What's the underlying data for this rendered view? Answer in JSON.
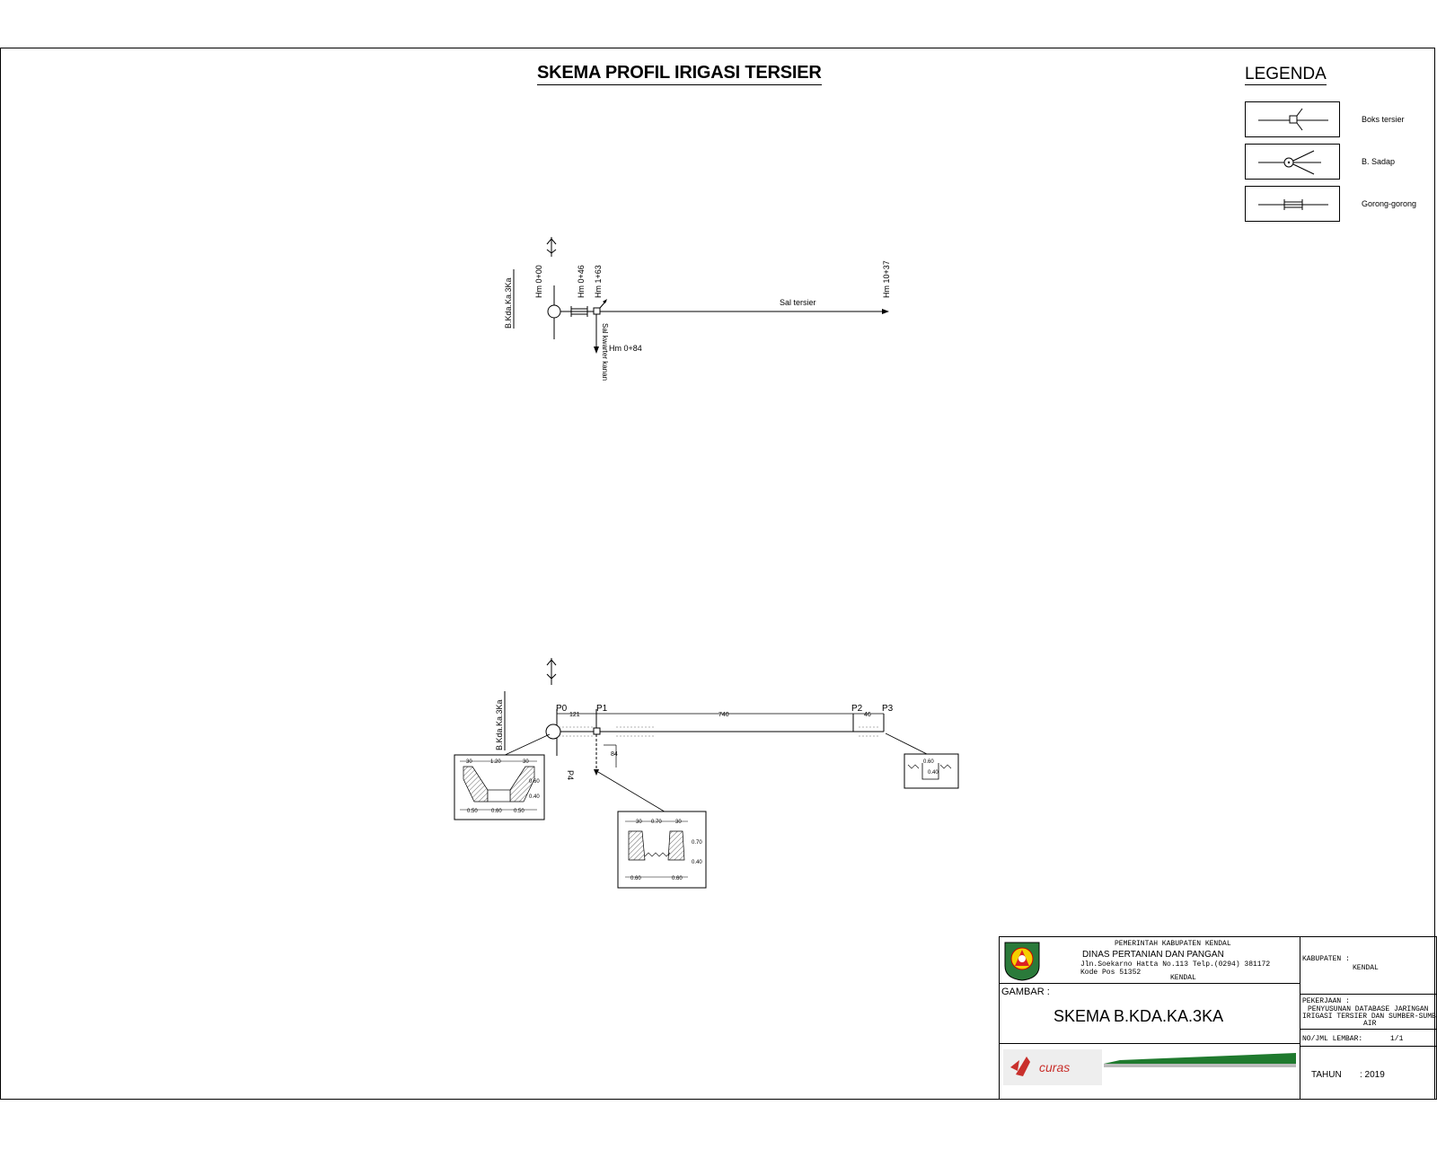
{
  "header": {
    "title": "SKEMA PROFIL IRIGASI TERSIER",
    "legend_title": "LEGENDA"
  },
  "legend": [
    {
      "icon": "boks-tersier-icon",
      "label": "Boks tersier"
    },
    {
      "icon": "bangunan-sadap-icon",
      "label": "B. Sadap"
    },
    {
      "icon": "gorong-gorong-icon",
      "label": "Gorong-gorong"
    }
  ],
  "schema": {
    "source_label": "B.Kda.Ka.3Ka",
    "hm_labels": [
      "Hm 0+00",
      "Hm 0+46",
      "Hm 1+63",
      "Hm 10+37"
    ],
    "branch_hm": "Hm 0+84",
    "channel_label": "Sal tersier",
    "branch_label": "Sal kwarter kanan"
  },
  "profile": {
    "source_label": "B.Kda.Ka.3Ka",
    "points": [
      "P0",
      "P1",
      "P2",
      "P3"
    ],
    "distances": [
      "121",
      "740",
      "46"
    ],
    "branch_distance": "84",
    "branch_point": "P4",
    "section_left": {
      "dims_top": [
        "30",
        "1.20",
        "30"
      ],
      "dims_right": [
        "0.60",
        "0.40"
      ],
      "dims_bottom": [
        "0.50",
        "0.60",
        "0.50"
      ]
    },
    "section_mid": {
      "dims_top": [
        "30",
        "0.70",
        "30"
      ],
      "dims_right": [
        "0.70",
        "0.40"
      ],
      "dims_bottom": [
        "0.60",
        "0.60"
      ]
    },
    "section_right": {
      "dims_top": [
        "0.60"
      ],
      "dims_right": [
        "0.40"
      ]
    }
  },
  "title_block": {
    "gov": "PEMERINTAH KABUPATEN KENDAL",
    "dept": "DINAS PERTANIAN DAN PANGAN",
    "address": "Jln.Soekarno Hatta No.113 Telp.(0294) 381172",
    "postcode": "Kode Pos 51352",
    "city": "KENDAL",
    "gambar_label": "GAMBAR :",
    "drawing_name": "SKEMA B.KDA.KA.3KA",
    "kabupaten_label": "KABUPATEN :",
    "kabupaten_value": "KENDAL",
    "pekerjaan_label": "PEKERJAAN :",
    "pekerjaan_value_1": "PENYUSUNAN DATABASE JARINGAN",
    "pekerjaan_value_2": "IRIGASI TERSIER DAN SUMBER-SUMBER",
    "pekerjaan_value_3": "AIR",
    "sheet_label": "NO/JML LEMBAR:",
    "sheet_value": "1/1",
    "year_label": "TAHUN",
    "year_value": ": 2019",
    "consultant": "curas"
  }
}
